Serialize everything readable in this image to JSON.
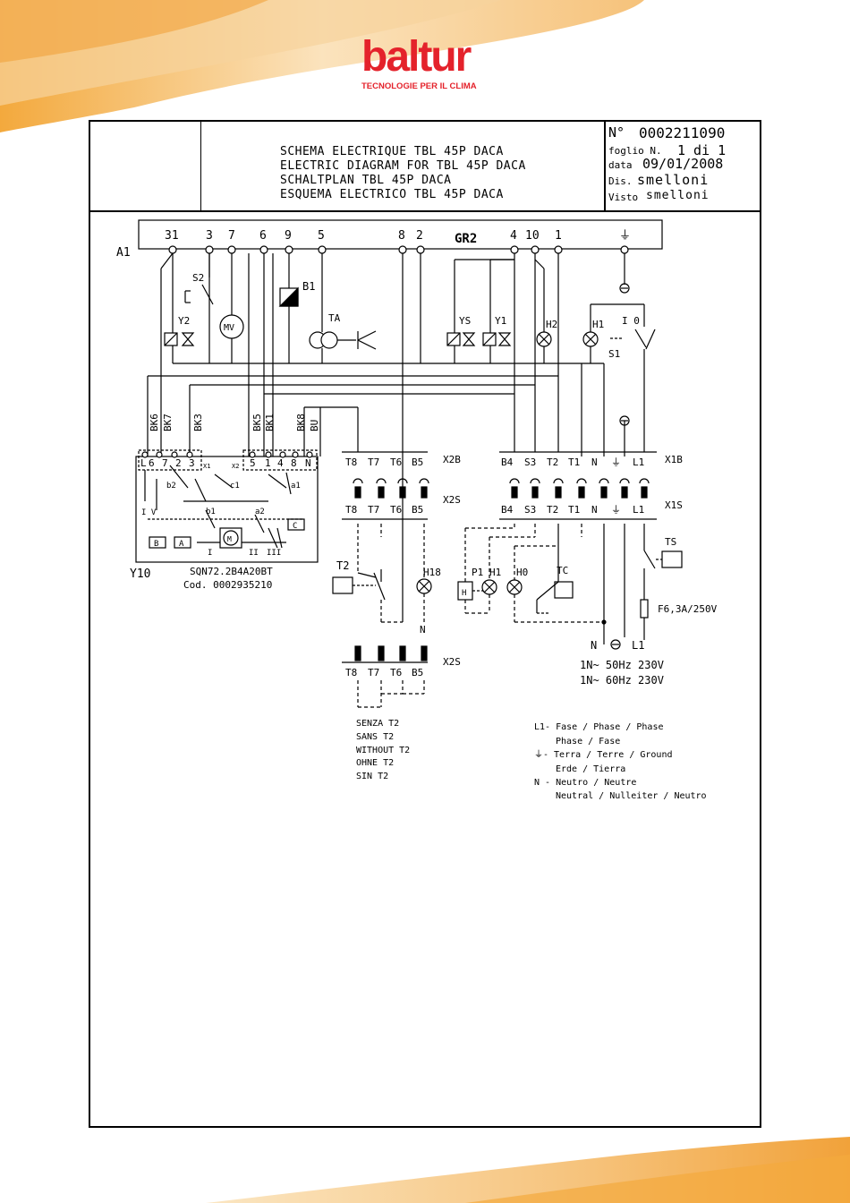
{
  "brand": {
    "name": "baltur",
    "tagline": "TECNOLOGIE PER IL CLIMA"
  },
  "header": {
    "titles": [
      "SCHEMA ELECTRIQUE TBL 45P DACA",
      "ELECTRIC DIAGRAM FOR TBL 45P DACA",
      "SCHALTPLAN TBL 45P DACA",
      "ESQUEMA ELECTRICO TBL 45P DACA"
    ],
    "number_label": "N°",
    "number": "0002211090",
    "sheet_label": "foglio N.",
    "sheet": "1 di 1",
    "date_label": "data",
    "date": "09/01/2008",
    "drawn_label": "Dis.",
    "drawn": "smelloni",
    "checked_label": "Visto",
    "checked": "smelloni"
  },
  "diagram": {
    "a1_label": "A1",
    "gr2_label": "GR2",
    "terminals_a1": [
      "31",
      "3",
      "7",
      "6",
      "9",
      "5",
      "8",
      "2",
      "4",
      "10",
      "1"
    ],
    "components": [
      "S2",
      "B1",
      "Y2",
      "MV",
      "TA",
      "YS",
      "Y1",
      "H2",
      "H1",
      "I 0",
      "S1"
    ],
    "wire_labels": [
      "BK6",
      "BK7",
      "BK3",
      "BK5",
      "BK1",
      "BK8",
      "BU"
    ],
    "servo": {
      "label": "Y10",
      "model": "SQN72.2B4A20BT",
      "code": "Cod. 0002935210",
      "pins_x1": [
        "L",
        "6",
        "7",
        "2",
        "3"
      ],
      "pins_x2": [
        "5",
        "1",
        "4",
        "8",
        "N"
      ],
      "x1_label": "X1",
      "x2_label": "X2",
      "contacts": [
        "b2",
        "c1",
        "a1",
        "b1",
        "a2",
        "I V",
        "I",
        "II",
        "III",
        "B",
        "A",
        "M",
        "C"
      ]
    },
    "x2b_pins": [
      "T8",
      "T7",
      "T6",
      "B5"
    ],
    "x2b_label": "X2B",
    "x2s_label": "X2S",
    "x1b_pins": [
      "B4",
      "S3",
      "T2",
      "T1",
      "N",
      "⏚",
      "L1"
    ],
    "x1b_label": "X1B",
    "x1s_label": "X1S",
    "lower_components": [
      "T2",
      "H18",
      "P1",
      "H1",
      "H0",
      "TC",
      "TS"
    ],
    "fuse": "F6,3A/250V",
    "supply_labels": [
      "N",
      "⏚",
      "L1"
    ],
    "supply": [
      "1N~ 50Hz 230V",
      "1N~ 60Hz 230V"
    ],
    "h18_n": "N",
    "h_box": "H",
    "without_t2": [
      "SENZA T2",
      "SANS T2",
      "WITHOUT T2",
      "OHNE T2",
      "SIN T2"
    ],
    "legend": [
      "L1- Fase / Phase / Phase",
      "Phase / Fase",
      "⏚- Terra / Terre / Ground",
      "Erde / Tierra",
      "N - Neutro / Neutre",
      "Neutral / Nulleiter / Neutro"
    ]
  },
  "colors": {
    "brand_red": "#e4222b",
    "wave_orange": "#f4b04a",
    "wave_light": "#fbe6c2"
  }
}
